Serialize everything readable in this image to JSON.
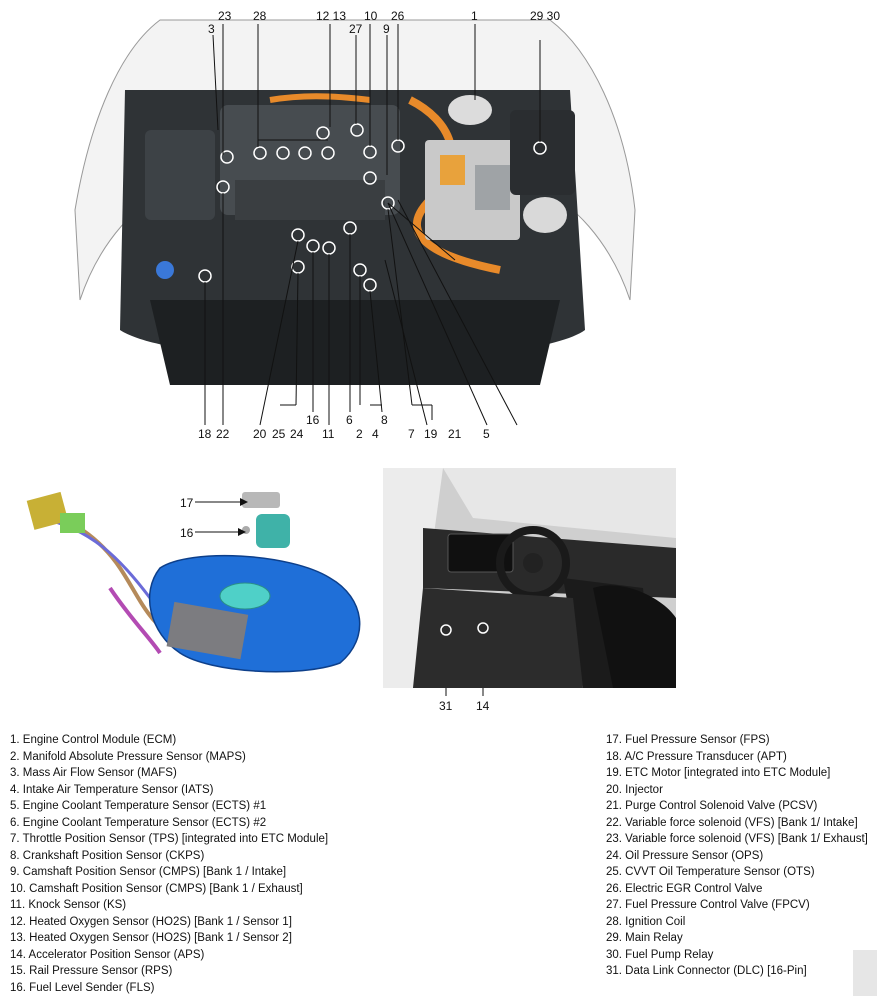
{
  "engine_callouts_top": [
    "23",
    "28",
    "12 13",
    "10",
    "26",
    "1",
    "29 30",
    "3",
    "27",
    "9"
  ],
  "engine_callouts_bottom": [
    "18",
    "22",
    "20",
    "25",
    "24",
    "16",
    "11",
    "6",
    "2",
    "4",
    "8",
    "7",
    "19",
    "21",
    "5"
  ],
  "tank_callouts": [
    "17",
    "16"
  ],
  "cabin_callouts": [
    "31",
    "14"
  ],
  "legend": [
    "1. Engine Control Module (ECM)",
    "2. Manifold Absolute Pressure Sensor (MAPS)",
    "3. Mass Air Flow Sensor (MAFS)",
    "4. Intake Air Temperature Sensor (IATS)",
    "5. Engine Coolant Temperature Sensor (ECTS) #1",
    "6. Engine Coolant Temperature Sensor (ECTS) #2",
    "7. Throttle Position Sensor (TPS) [integrated into ETC Module]",
    "8. Crankshaft Position Sensor (CKPS)",
    "9. Camshaft Position Sensor (CMPS) [Bank 1 / Intake]",
    "10. Camshaft Position Sensor (CMPS) [Bank 1 / Exhaust]",
    "11. Knock Sensor (KS)",
    "12. Heated Oxygen Sensor (HO2S) [Bank 1 / Sensor 1]",
    "13. Heated Oxygen Sensor (HO2S) [Bank 1 / Sensor 2]",
    "14. Accelerator Position Sensor (APS)",
    "15. Rail Pressure Sensor (RPS)",
    "16. Fuel Level Sender (FLS)",
    "17. Fuel Pressure Sensor (FPS)",
    "18. A/C Pressure Transducer (APT)",
    "19. ETC Motor [integrated into ETC Module]",
    "20. Injector",
    "21. Purge Control Solenoid Valve (PCSV)",
    "22. Variable force solenoid (VFS) [Bank 1/ Intake]",
    "23. Variable force solenoid (VFS) [Bank 1/ Exhaust]",
    "24. Oil Pressure Sensor (OPS)",
    "25. CVVT Oil Temperature Sensor (OTS)",
    "26. Electric EGR Control Valve",
    "27. Fuel Pressure Control Valve (FPCV)",
    "28. Ignition Coil",
    "29. Main Relay",
    "30. Fuel Pump Relay",
    "31. Data Link Connector (DLC) [16-Pin]"
  ]
}
